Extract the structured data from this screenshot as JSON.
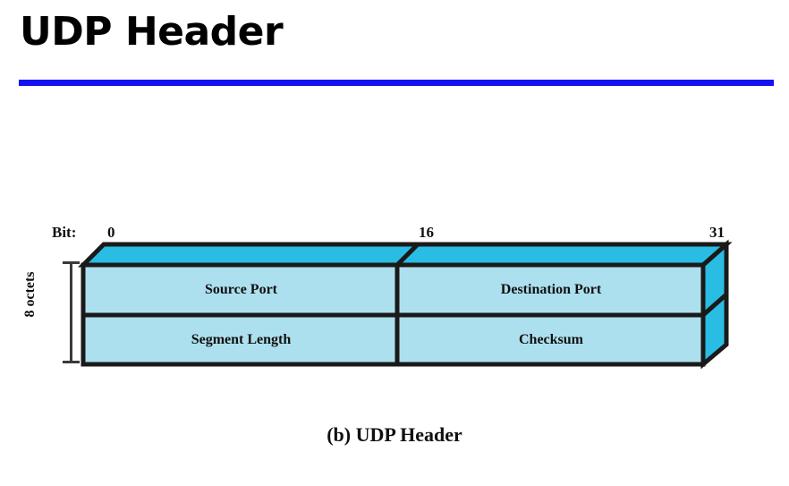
{
  "slide": {
    "title": "UDP Header",
    "rule_color": "#1312f0"
  },
  "figure": {
    "caption": "(b) UDP Header",
    "bit_ruler": {
      "caption": "Bit:",
      "ticks": [
        "0",
        "16",
        "31"
      ]
    },
    "size_bracket": {
      "label": "8 octets"
    },
    "colors": {
      "front_face": "#ade0ef",
      "top_face": "#29bde4",
      "side_face": "#29bde4",
      "outline": "#1a1a1a"
    },
    "rows": [
      {
        "cells": [
          {
            "label": "Source Port",
            "bits": 16
          },
          {
            "label": "Destination Port",
            "bits": 16
          }
        ]
      },
      {
        "cells": [
          {
            "label": "Segment Length",
            "bits": 16
          },
          {
            "label": "Checksum",
            "bits": 16
          }
        ]
      }
    ]
  }
}
